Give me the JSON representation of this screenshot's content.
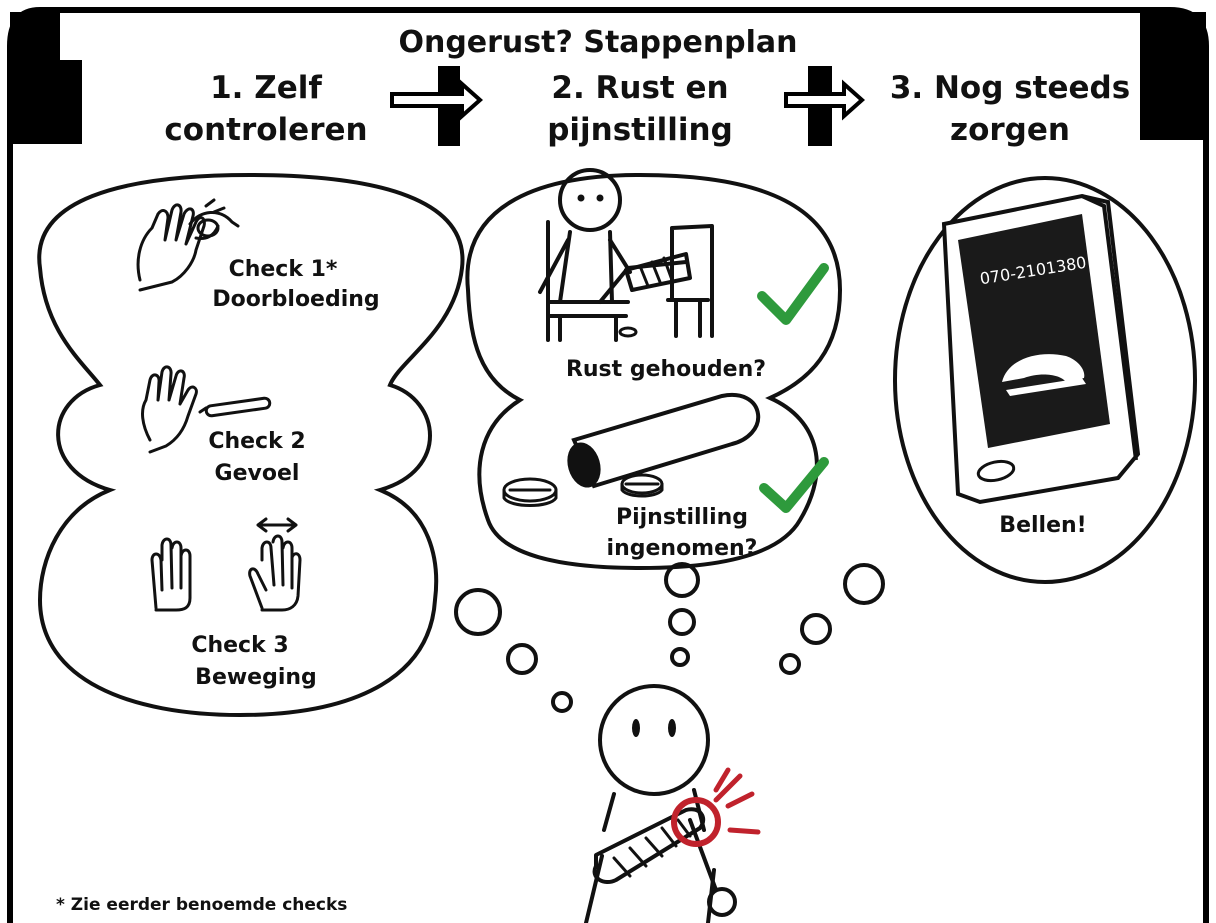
{
  "header": {
    "title": "Ongerust? Stappenplan",
    "steps": [
      {
        "line1": "1. Zelf",
        "line2": "controleren"
      },
      {
        "line1": "2. Rust en",
        "line2": "pijnstilling"
      },
      {
        "line1": "3. Nog steeds",
        "line2": "zorgen"
      }
    ]
  },
  "checks": [
    {
      "title": "Check 1*",
      "subtitle": "Doorbloeding"
    },
    {
      "title": "Check 2",
      "subtitle": "Gevoel"
    },
    {
      "title": "Check 3",
      "subtitle": "Beweging"
    }
  ],
  "rest": {
    "question": "Rust gehouden?",
    "pain_line1": "Pijnstilling",
    "pain_line2": "ingenomen?"
  },
  "phone": {
    "number": "070-2101380",
    "action": "Bellen!"
  },
  "footnote": "* Zie eerder benoemde checks",
  "colors": {
    "check": "#2e9a3c",
    "pain": "#c0222c",
    "ink": "#111111",
    "screen": "#1a1a1a"
  }
}
